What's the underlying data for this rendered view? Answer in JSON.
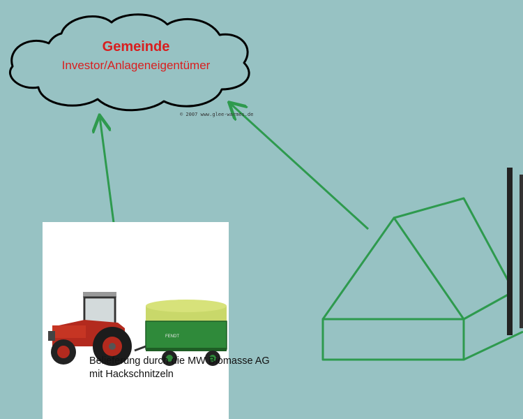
{
  "cloud": {
    "title": "Gemeinde",
    "subtitle": "Investor/Anlageneigentümer",
    "copyright": "© 2007 www.glee-warmes.de"
  },
  "supplier": {
    "caption_line1": "Belieferung durch die MW Biomasse AG",
    "caption_line2": "mit Hackschnitzeln",
    "trailer_label": "FENDT"
  },
  "colors": {
    "background": "#97c2c3",
    "arrow": "#2e9a4e",
    "title": "#d81f1f",
    "building": "#2e9a4e"
  }
}
